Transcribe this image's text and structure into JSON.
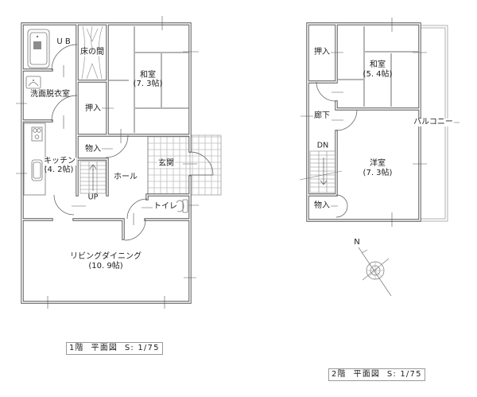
{
  "floor1": {
    "labels": {
      "ub": "U B",
      "tokonoma": "床の間",
      "washitsu": "和室",
      "washitsu_size": "(7. 3帖)",
      "oshiire": "押入",
      "senmen": "洗面脱衣室",
      "monoire": "物入",
      "kitchen": "キッチン",
      "kitchen_size": "(4. 2帖)",
      "hall": "ホール",
      "genkan": "玄関",
      "up": "UP",
      "toilet": "トイレ",
      "ldk": "リビングダイニング",
      "ldk_size": "(10. 9帖)"
    },
    "caption": "1階  平面図  S: 1/75"
  },
  "floor2": {
    "labels": {
      "oshiire": "押入",
      "washitsu": "和室",
      "washitsu_size": "(5. 4帖)",
      "rouka": "廊下",
      "balcony": "バルコニー",
      "dn": "DN",
      "youshitsu": "洋室",
      "youshitsu_size": "(7. 3帖)",
      "monoire": "物入"
    },
    "caption": "2階  平面図  S: 1/75"
  },
  "compass": {
    "north_label": "N"
  },
  "colors": {
    "wall": "#555555",
    "tatami": "#b5b5b5",
    "tile": "#bdbdbd",
    "caption_border": "#9a9a9a"
  }
}
